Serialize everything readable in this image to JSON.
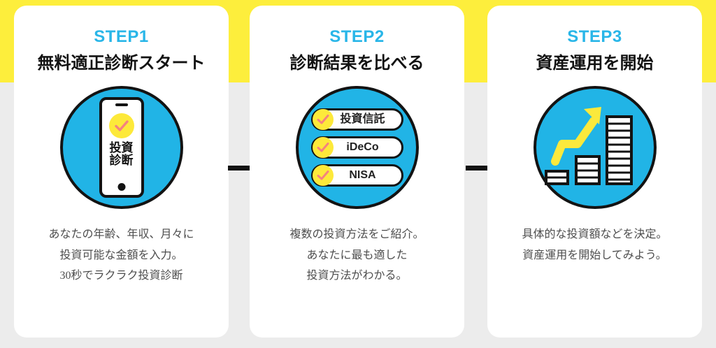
{
  "theme": {
    "band_color": "#fdee3c",
    "page_background": "#ececec",
    "card_background": "#ffffff",
    "accent_blue": "#29b6e8",
    "icon_circle_blue": "#21b4e6",
    "accent_yellow": "#fde93a",
    "check_pink": "#f4827f",
    "outline_black": "#131313",
    "body_text": "#4d4d4d"
  },
  "steps": [
    {
      "step_label": "STEP1",
      "title": "無料適正診断スタート",
      "icon": "phone-diagnosis-icon",
      "phone": {
        "check_icon": "check-icon",
        "screen_text_line1": "投資",
        "screen_text_line2": "診断"
      },
      "description": [
        "あなたの年齢、年収、月々に",
        "投資可能な金額を入力。",
        "30秒でラクラク投資診断"
      ]
    },
    {
      "step_label": "STEP2",
      "title": "診断結果を比べる",
      "icon": "compare-options-icon",
      "options": [
        {
          "label": "投資信託",
          "check_icon": "check-icon"
        },
        {
          "label": "iDeCo",
          "check_icon": "check-icon"
        },
        {
          "label": "NISA",
          "check_icon": "check-icon"
        }
      ],
      "description": [
        "複数の投資方法をご紹介。",
        "あなたに最も適した",
        "投資方法がわかる。"
      ]
    },
    {
      "step_label": "STEP3",
      "title": "資産運用を開始",
      "icon": "growth-chart-icon",
      "chart": {
        "arrow_icon": "upward-arrow-icon",
        "bars": [
          1,
          2,
          3
        ]
      },
      "description": [
        "具体的な投資額などを決定。",
        "資産運用を開始してみよう。"
      ]
    }
  ],
  "connectors": [
    {
      "name": "connector-step1-step2"
    },
    {
      "name": "connector-step2-step3"
    }
  ]
}
